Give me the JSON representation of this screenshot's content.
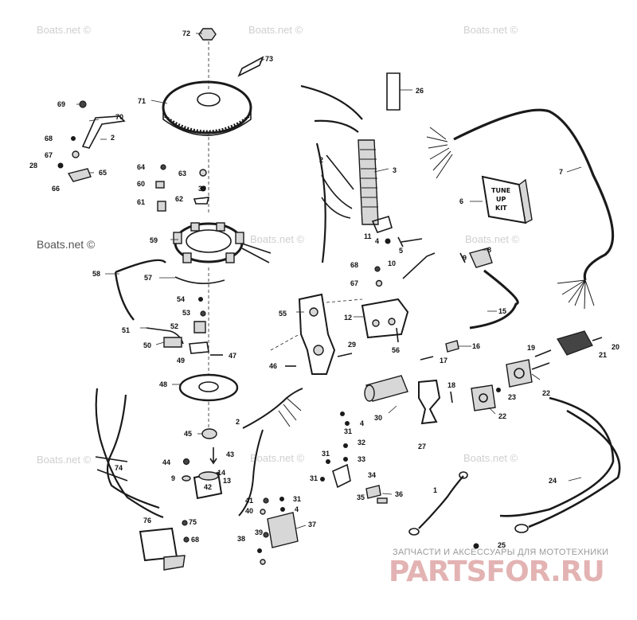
{
  "watermarks": {
    "boats": "Boats.net ©",
    "brand_subtitle": "ЗАПЧАСТИ И АКСЕССУАРЫ ДЛЯ МОТОТЕХНИКИ",
    "brand_name": "PARTSFOR.RU"
  },
  "kit_label": {
    "line1": "TUNE",
    "line2": "UP",
    "line3": "KIT"
  },
  "callouts": [
    "1",
    "2",
    "2",
    "2",
    "3",
    "4",
    "4",
    "4",
    "5",
    "6",
    "7",
    "8",
    "9",
    "9",
    "10",
    "11",
    "12",
    "13",
    "14",
    "15",
    "16",
    "17",
    "18",
    "19",
    "20",
    "21",
    "22",
    "22",
    "23",
    "24",
    "25",
    "26",
    "27",
    "28",
    "29",
    "30",
    "31",
    "31",
    "31",
    "31",
    "32",
    "33",
    "34",
    "35",
    "36",
    "37",
    "38",
    "39",
    "39",
    "40",
    "41",
    "42",
    "43",
    "44",
    "45",
    "46",
    "47",
    "48",
    "49",
    "50",
    "51",
    "52",
    "53",
    "54",
    "55",
    "56",
    "57",
    "58",
    "59",
    "60",
    "61",
    "62",
    "63",
    "64",
    "65",
    "66",
    "67",
    "67",
    "68",
    "68",
    "68",
    "69",
    "70",
    "71",
    "72",
    "73",
    "74",
    "75",
    "76"
  ]
}
